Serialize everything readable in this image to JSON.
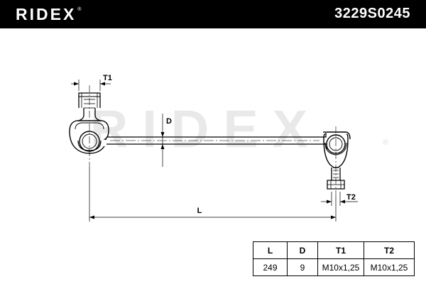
{
  "header": {
    "brand": "RIDEX",
    "registered_mark": "®",
    "part_number": "3229S0245"
  },
  "watermark": {
    "text": "RIDEX",
    "registered_mark": "®"
  },
  "drawing": {
    "dimension_labels": {
      "t1": "T1",
      "d": "D",
      "t2": "T2",
      "l": "L"
    }
  },
  "specs": {
    "headers": [
      "L",
      "D",
      "T1",
      "T2"
    ],
    "values": [
      "249",
      "9",
      "M10x1,25",
      "M10x1,25"
    ]
  }
}
